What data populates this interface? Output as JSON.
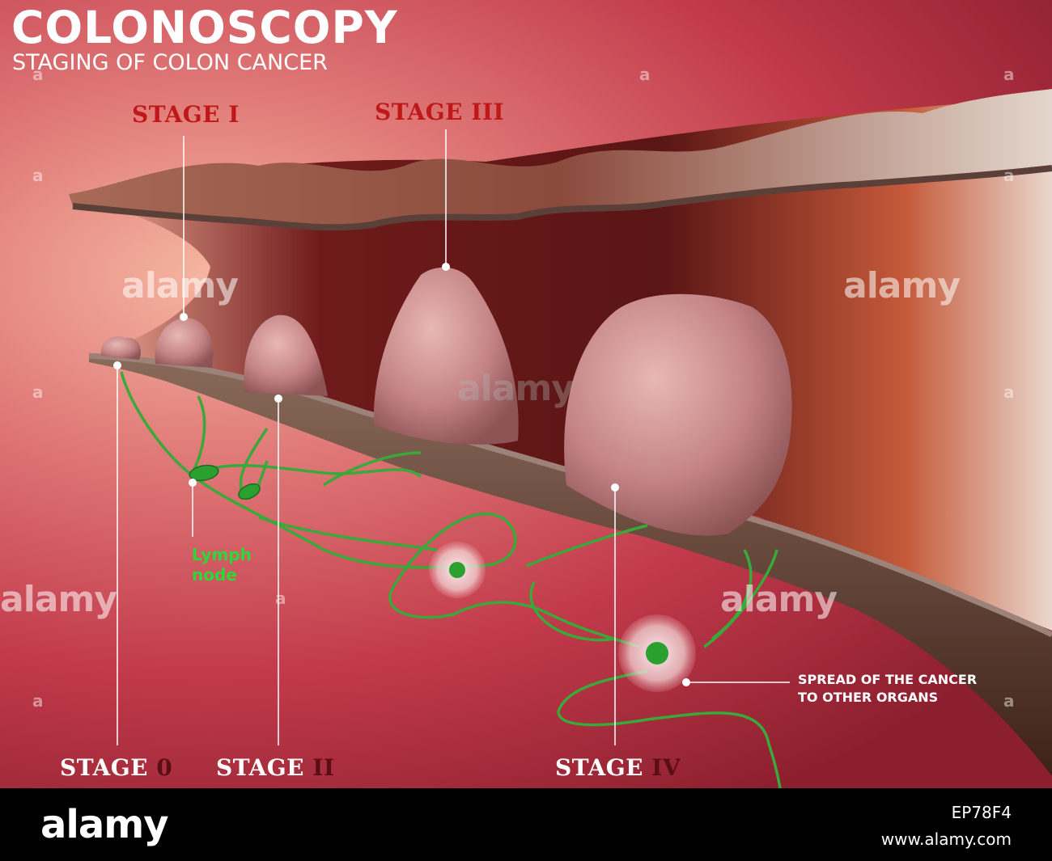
{
  "header": {
    "title": "COLONOSCOPY",
    "subtitle": "STAGING OF COLON CANCER"
  },
  "stages": {
    "stage_i": {
      "word": "STAGE",
      "numeral": "I"
    },
    "stage_iii": {
      "word": "STAGE",
      "numeral": "III"
    },
    "stage_0": {
      "word": "STAGE",
      "numeral": "0"
    },
    "stage_ii": {
      "word": "STAGE",
      "numeral": "II"
    },
    "stage_iv": {
      "word": "STAGE",
      "numeral": "IV"
    }
  },
  "labels": {
    "lymph_line1": "Lymph",
    "lymph_line2": "node",
    "spread_line1": "SPREAD OF THE CANCER",
    "spread_line2": "TO OTHER ORGANS"
  },
  "watermark": {
    "text": "alamy",
    "mark": "a"
  },
  "footer": {
    "logo": "alamy",
    "image_id": "EP78F4",
    "url": "www.alamy.com"
  },
  "colors": {
    "stage_word": "#ffffff",
    "stage_numeral_red": "#c01818",
    "stage_numeral_dark": "#5a0d12",
    "lymph_green": "#2fd63a",
    "tumor_pink": "#c98a8c",
    "colon_wall": "#6b3a2e"
  }
}
